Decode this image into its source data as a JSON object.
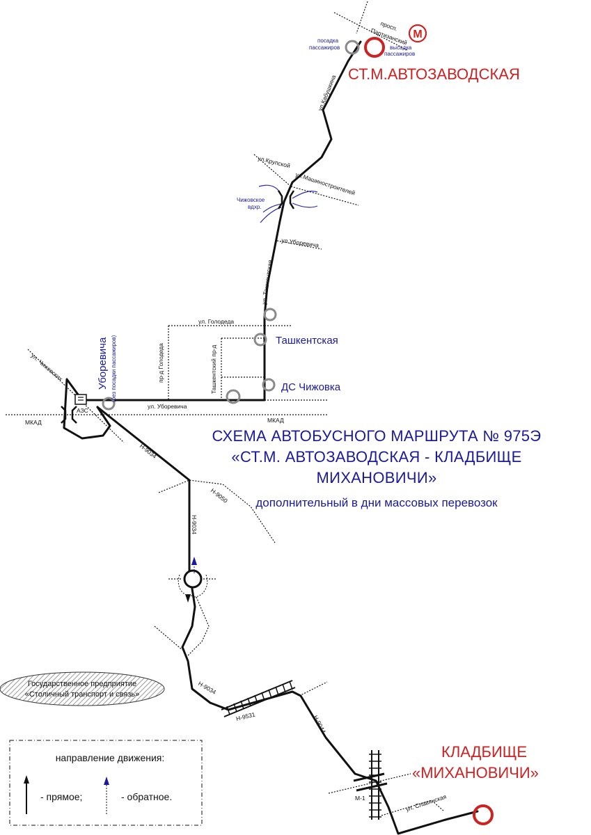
{
  "title": {
    "line1": "СХЕМА АВТОБУСНОГО МАРШРУТА № 975Э",
    "line2": "«СТ.М. АВТОЗАВОДСКАЯ - КЛАДБИЩЕ",
    "line3": "МИХАНОВИЧИ»",
    "subtitle": "дополнительный в дни массовых перевозок"
  },
  "terminals": {
    "start": "СТ.М.АВТОЗАВОДСКАЯ",
    "end_line1": "КЛАДБИЩЕ",
    "end_line2": "«МИХАНОВИЧИ»"
  },
  "metro": {
    "symbol": "М",
    "boarding_line1": "посадка",
    "boarding_line2": "пассажиров",
    "alighting_line1": "высадка",
    "alighting_line2": "пассажиров",
    "avenue_line1": "просп.",
    "avenue_line2": "Партизанский"
  },
  "stops": {
    "tashkentskaya": "Ташкентская",
    "ds_chizhovka": "ДС Чижовка",
    "uborevicha": "Уборевича",
    "uborevicha_note": "(без посадки пассажиров)"
  },
  "streets": {
    "kabushkina": "ул.Кабушкина",
    "krupskoy": "ул.Крупской",
    "mashinostroiteley": "ул.Машиностроителей",
    "uborevicha_n": "ул.Уборевича",
    "tashkentskaya": "ул. Ташкентская",
    "golodeda": "ул. Голодеда",
    "golodeda_pr": "пр-д Голодеда",
    "tashkentsky_pr": "Ташкентский пр-д",
    "uborevicha_s": "ул. Уборевича",
    "chizhevskih": "ул. Чижевских",
    "mkad_w": "МКАД",
    "mkad_e": "МКАД",
    "azs": "АЗС",
    "n9034_a": "Н-9034",
    "n9050": "Н-9050",
    "n9034_b": "Н-9034",
    "n9034_c": "Н-9034",
    "n9531": "Н-9531",
    "n9044": "Н-9044",
    "m1": "М-1",
    "slavyanskaya": "ул. Славянская"
  },
  "reservoir": {
    "line1": "Чижовское",
    "line2": "вдхр."
  },
  "organization": {
    "line1": "Государственное предприятие",
    "line2": "«Столичный транспорт и связь»"
  },
  "legend": {
    "heading": "направление движения:",
    "forward": "- прямое;",
    "reverse": "- обратное."
  },
  "colors": {
    "route": "#111111",
    "stop_circle": "#8a8a8a",
    "terminal": "#cc2222",
    "label_blue": "#1a1a9a",
    "water": "#2a2ab0",
    "reverse_arrow": "#1a1a9a"
  }
}
